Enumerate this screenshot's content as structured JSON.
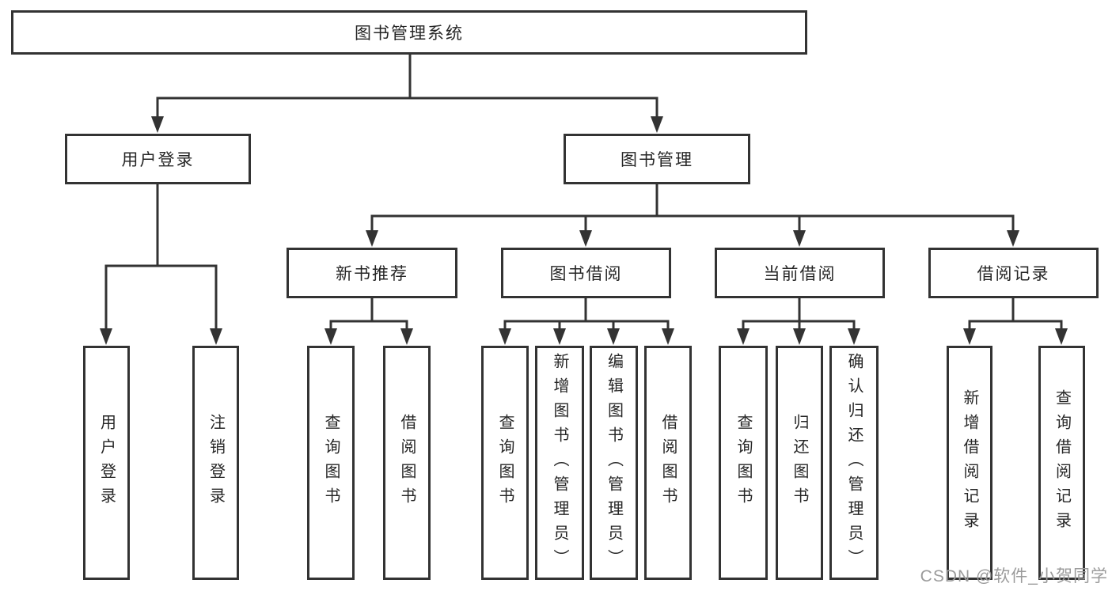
{
  "diagram": {
    "type": "tree",
    "title": "图书管理系统",
    "colors": {
      "background": "#ffffff",
      "line": "#333333",
      "box_border": "#333333",
      "box_fill": "#ffffff",
      "text": "#262626",
      "watermark": "#9b9b9b"
    },
    "nodes": {
      "root": {
        "label": "图书管理系统",
        "parent": null
      },
      "userLogin": {
        "label": "用户登录",
        "parent": "root"
      },
      "bookMgmt": {
        "label": "图书管理",
        "parent": "root"
      },
      "newBookRec": {
        "label": "新书推荐",
        "parent": "bookMgmt"
      },
      "bookBorrow": {
        "label": "图书借阅",
        "parent": "bookMgmt"
      },
      "currentBorrow": {
        "label": "当前借阅",
        "parent": "bookMgmt"
      },
      "borrowRecords": {
        "label": "借阅记录",
        "parent": "bookMgmt"
      },
      "loginLeaf": {
        "label": "用户登录",
        "parent": "userLogin"
      },
      "logoutLeaf": {
        "label": "注销登录",
        "parent": "userLogin"
      },
      "recQuery": {
        "label": "查询图书",
        "parent": "newBookRec"
      },
      "recBorrow": {
        "label": "借阅图书",
        "parent": "newBookRec"
      },
      "bbQuery": {
        "label": "查询图书",
        "parent": "bookBorrow"
      },
      "bbAdd": {
        "label": "新增图书（管理员）",
        "parent": "bookBorrow"
      },
      "bbEdit": {
        "label": "编辑图书（管理员）",
        "parent": "bookBorrow"
      },
      "bbBorrow": {
        "label": "借阅图书",
        "parent": "bookBorrow"
      },
      "cbQuery": {
        "label": "查询图书",
        "parent": "currentBorrow"
      },
      "cbReturn": {
        "label": "归还图书",
        "parent": "currentBorrow"
      },
      "cbConfirm": {
        "label": "确认归还（管理员）",
        "parent": "currentBorrow"
      },
      "brAdd": {
        "label": "新增借阅记录",
        "parent": "borrowRecords"
      },
      "brQuery": {
        "label": "查询借阅记录",
        "parent": "borrowRecords"
      }
    },
    "watermark": "CSDN @软件_小贺同学"
  }
}
